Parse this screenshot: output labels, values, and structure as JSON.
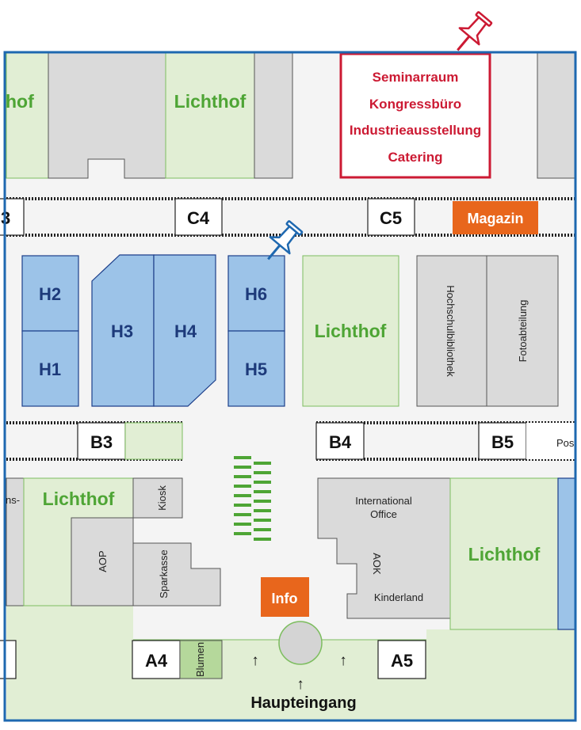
{
  "map": {
    "lichthof": "Lichthof",
    "lichthof_partial": "hof",
    "rooms": {
      "b_partial": "3",
      "c4": "C4",
      "c5": "C5",
      "b3": "B3",
      "b4": "B4",
      "b5": "B5",
      "a4": "A4",
      "a5": "A5"
    },
    "halls": {
      "h1": "H1",
      "h2": "H2",
      "h3": "H3",
      "h4": "H4",
      "h5": "H5",
      "h6": "H6"
    },
    "info_box": {
      "line1": "Seminarraum",
      "line2": "Kongressbüro",
      "line3": "Industrieausstellung",
      "line4": "Catering"
    },
    "magazin": "Magazin",
    "info": "Info",
    "labels": {
      "hochschulbibliothek": "Hochschulbibliothek",
      "fotoabteilung": "Fotoabteilung",
      "post_partial": "Pos",
      "ns_partial": "ns-",
      "kiosk": "Kiosk",
      "aop": "AOP",
      "sparkasse": "Sparkasse",
      "international_office_1": "International",
      "international_office_2": "Office",
      "aok": "AOK",
      "kinderland": "Kinderland",
      "blumen": "Blumen"
    },
    "entrance": "Haupteingang",
    "arrow_glyph": "↑",
    "colors": {
      "border_blue": "#1e68b0",
      "lichthof_green": "#4ea535",
      "hall_blue": "#9cc3e8",
      "accent_orange": "#e8661c",
      "accent_red": "#cc1a33"
    }
  }
}
